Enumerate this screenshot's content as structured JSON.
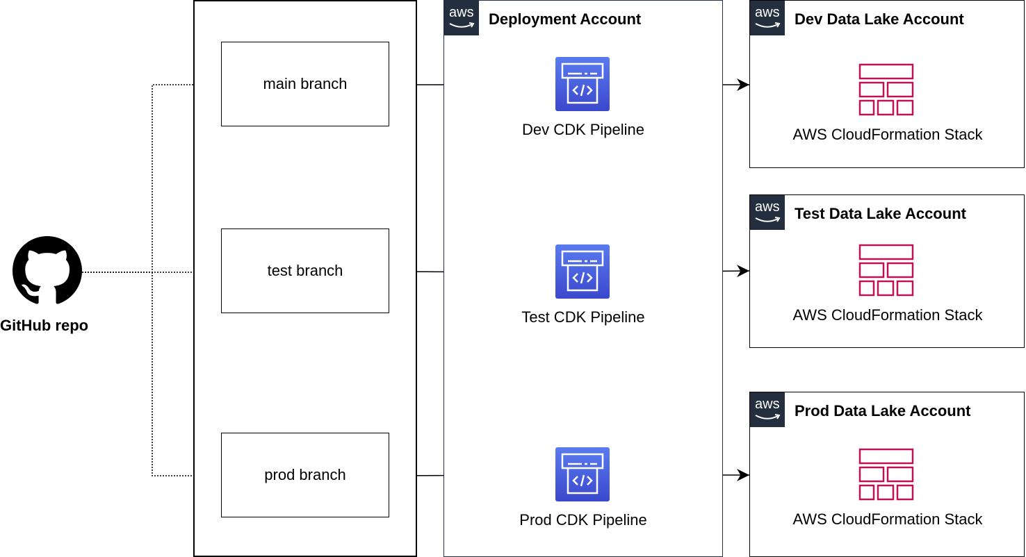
{
  "source": {
    "label": "GitHub repo",
    "icon": "github-icon"
  },
  "branches": [
    {
      "label": "main branch"
    },
    {
      "label": "test branch"
    },
    {
      "label": "prod branch"
    }
  ],
  "deployment_account": {
    "title": "Deployment Account",
    "logo_text": "aws"
  },
  "pipelines": [
    {
      "label": "Dev CDK Pipeline"
    },
    {
      "label": "Test CDK Pipeline"
    },
    {
      "label": "Prod CDK Pipeline"
    }
  ],
  "target_accounts": [
    {
      "title": "Dev Data Lake Account",
      "logo_text": "aws",
      "stack_label": "AWS CloudFormation Stack"
    },
    {
      "title": "Test Data Lake Account",
      "logo_text": "aws",
      "stack_label": "AWS CloudFormation Stack"
    },
    {
      "title": "Prod Data Lake Account",
      "logo_text": "aws",
      "stack_label": "AWS CloudFormation Stack"
    }
  ],
  "colors": {
    "aws_dark": "#232f3e",
    "pipeline_blue": "#4d6bfe",
    "cloudformation_pink": "#bc1356"
  }
}
